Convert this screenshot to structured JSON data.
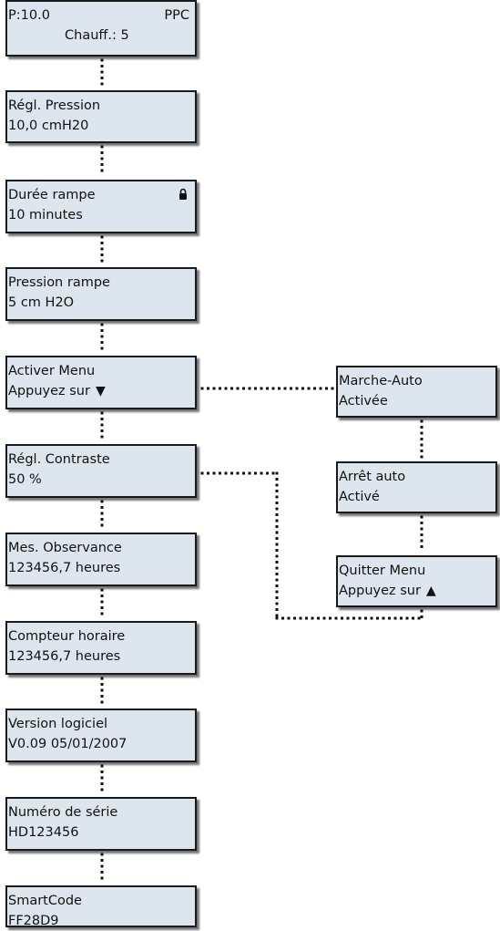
{
  "main_menu": [
    {
      "line1": "P:10.0",
      "right": "PPC",
      "line2": "Chauff.: 5"
    },
    {
      "line1": "Régl. Pression",
      "line2": "10,0 cmH20"
    },
    {
      "line1": "Durée rampe",
      "line2": "10 minutes",
      "icon": "lock-icon"
    },
    {
      "line1": "Pression rampe",
      "line2": "5 cm H2O"
    },
    {
      "line1": "Activer Menu",
      "line2": "Appuyez sur",
      "arrow": "▼"
    },
    {
      "line1": "Régl. Contraste",
      "line2": "50 %"
    },
    {
      "line1": "Mes. Observance",
      "line2": "123456,7 heures"
    },
    {
      "line1": "Compteur horaire",
      "line2": "123456,7 heures"
    },
    {
      "line1": "Version logiciel",
      "line2": "V0.09 05/01/2007"
    },
    {
      "line1": "Numéro de série",
      "line2": "HD123456"
    },
    {
      "line1": "SmartCode",
      "line2": "FF28D9"
    }
  ],
  "sub_menu": [
    {
      "line1": "Marche-Auto",
      "line2": "Activée"
    },
    {
      "line1": "Arrêt auto",
      "line2": "Activé"
    },
    {
      "line1": "Quitter Menu",
      "line2": "Appuyez sur",
      "arrow": "▲"
    }
  ],
  "colors": {
    "panel": "#dde6ee",
    "border": "#1a1a1a",
    "connector": "#111111"
  }
}
